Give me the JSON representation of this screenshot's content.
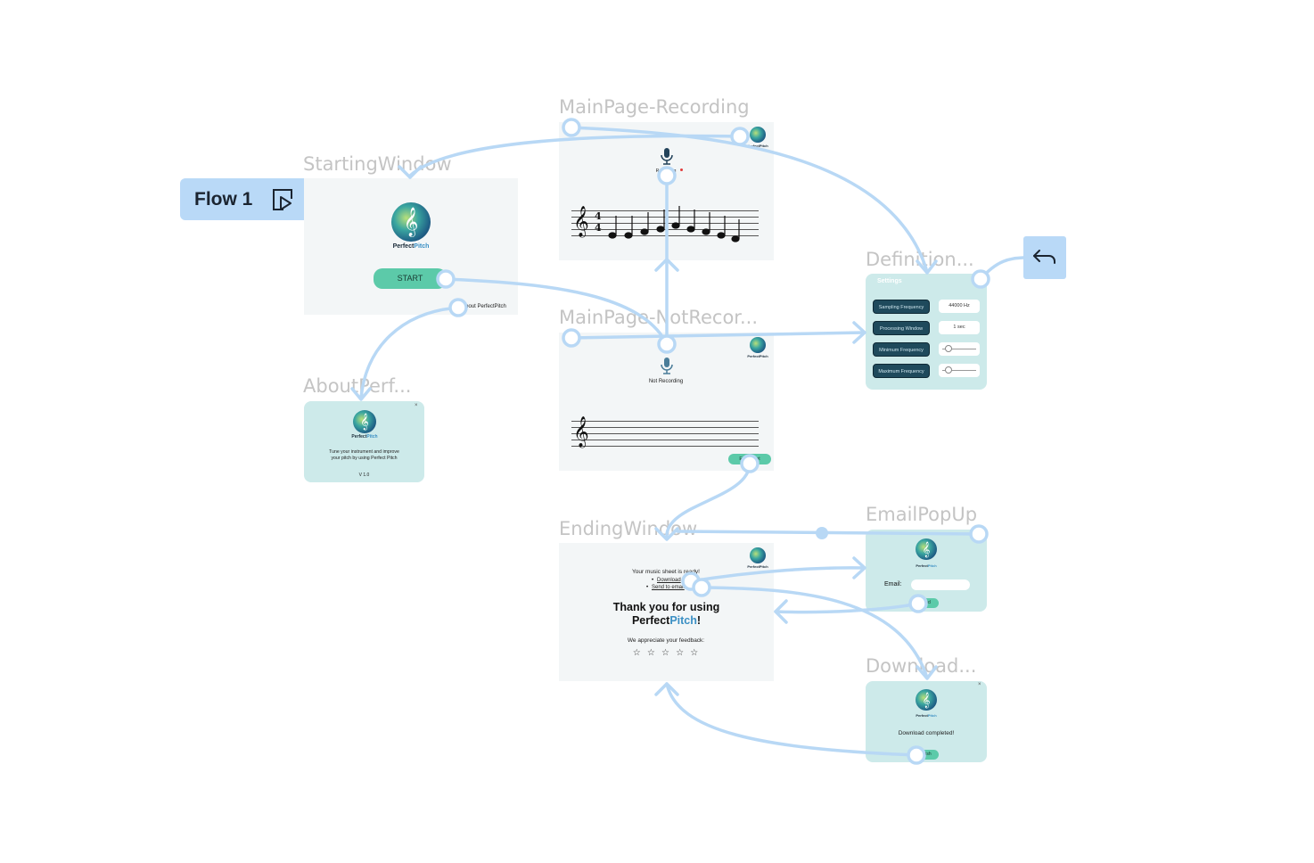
{
  "flow": {
    "label": "Flow 1",
    "icon": "play-frame-icon"
  },
  "frames": {
    "recording": {
      "title": "MainPage-Recording",
      "status": "Recording"
    },
    "starting": {
      "title": "StartingWindow",
      "app_name_a": "Perfect",
      "app_name_b": "Pitch",
      "start_label": "START",
      "about_link": "About PerfectPitch"
    },
    "definitions": {
      "title": "Definition...",
      "header": "Settings",
      "rows": [
        {
          "label": "Sampling Frequency",
          "value": "44000 Hz"
        },
        {
          "label": "Processing Window",
          "value": "1 sec"
        },
        {
          "label": "Minimum Frequency",
          "value": ""
        },
        {
          "label": "Maximum Frequency",
          "value": ""
        }
      ]
    },
    "not_recording": {
      "title": "MainPage-NotRecor...",
      "status": "Not Recording",
      "end_label": "End Sheet"
    },
    "about": {
      "title": "AboutPerf...",
      "close": "×",
      "app_name_a": "Perfect",
      "app_name_b": "Pitch",
      "text_line1": "Tune your instrument and improve",
      "text_line2": "your pitch by using Perfect Pitch",
      "version": "V 1.0"
    },
    "ending": {
      "title": "EndingWindow",
      "ready": "Your music sheet is ready!",
      "download_link": "Download",
      "email_link": "Send to email",
      "thanks_line1": "Thank you for using",
      "thanks_a": "Perfect",
      "thanks_b": "Pitch",
      "thanks_c": "!",
      "feedback": "We appreciate your feedback:",
      "stars": "☆ ☆ ☆ ☆ ☆"
    },
    "email": {
      "title": "EmailPopUp",
      "email_label": "Email:",
      "email_value": "",
      "send_label": "Send"
    },
    "download": {
      "title": "Download...",
      "close": "×",
      "message": "Download completed!",
      "finish_label": "Finish"
    }
  },
  "colors": {
    "wire": "#b8d8f5",
    "flow_badge": "#b9d9f7",
    "button_green": "#5ccaa9",
    "settings_button": "#1f4a5c"
  }
}
